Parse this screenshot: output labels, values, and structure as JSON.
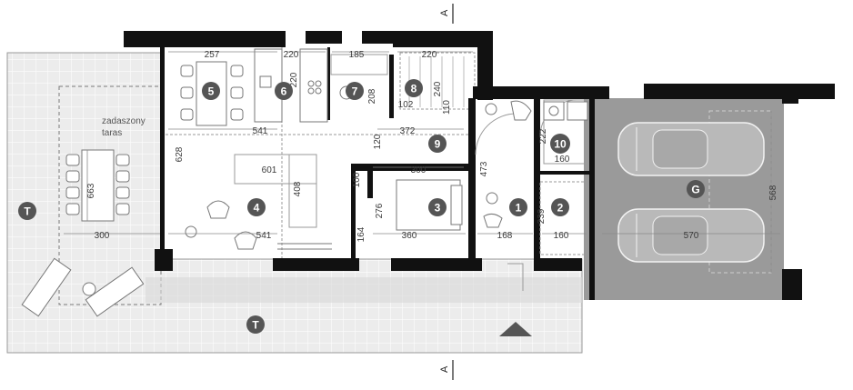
{
  "colors": {
    "wall": "#111111",
    "terrace": "#ececec",
    "garage": "#9a9a9a",
    "marker": "#555555",
    "grid": "#ffffff",
    "dim_line": "#8a8a8a"
  },
  "section_marker": "A",
  "terrace_label": {
    "line1": "zadaszony",
    "line2": "taras"
  },
  "room_markers": [
    {
      "id": "m5",
      "label": "5"
    },
    {
      "id": "m6",
      "label": "6"
    },
    {
      "id": "m7",
      "label": "7"
    },
    {
      "id": "m8",
      "label": "8"
    },
    {
      "id": "m9",
      "label": "9"
    },
    {
      "id": "m10",
      "label": "10"
    },
    {
      "id": "m4",
      "label": "4"
    },
    {
      "id": "m3",
      "label": "3"
    },
    {
      "id": "m1",
      "label": "1"
    },
    {
      "id": "m2",
      "label": "2"
    },
    {
      "id": "mG",
      "label": "G"
    },
    {
      "id": "mT1",
      "label": "T"
    },
    {
      "id": "mT2",
      "label": "T"
    }
  ],
  "dimensions": [
    {
      "id": "d257",
      "text": "257"
    },
    {
      "id": "d220a",
      "text": "220"
    },
    {
      "id": "d185",
      "text": "185"
    },
    {
      "id": "d220b",
      "text": "220"
    },
    {
      "id": "d220c",
      "text": "220"
    },
    {
      "id": "d208",
      "text": "208"
    },
    {
      "id": "d240",
      "text": "240"
    },
    {
      "id": "d102",
      "text": "102"
    },
    {
      "id": "d110",
      "text": "110"
    },
    {
      "id": "d541a",
      "text": "541"
    },
    {
      "id": "d628",
      "text": "628"
    },
    {
      "id": "d120",
      "text": "120"
    },
    {
      "id": "d372",
      "text": "372"
    },
    {
      "id": "d222",
      "text": "222"
    },
    {
      "id": "d601",
      "text": "601"
    },
    {
      "id": "d300a",
      "text": "300"
    },
    {
      "id": "d473",
      "text": "473"
    },
    {
      "id": "d160a",
      "text": "160"
    },
    {
      "id": "d408",
      "text": "408"
    },
    {
      "id": "d100",
      "text": "100"
    },
    {
      "id": "d276",
      "text": "276"
    },
    {
      "id": "d663",
      "text": "663"
    },
    {
      "id": "d239",
      "text": "239"
    },
    {
      "id": "d568",
      "text": "568"
    },
    {
      "id": "d164",
      "text": "164"
    },
    {
      "id": "d300b",
      "text": "300"
    },
    {
      "id": "d541b",
      "text": "541"
    },
    {
      "id": "d360",
      "text": "360"
    },
    {
      "id": "d168",
      "text": "168"
    },
    {
      "id": "d160b",
      "text": "160"
    },
    {
      "id": "d570",
      "text": "570"
    }
  ]
}
